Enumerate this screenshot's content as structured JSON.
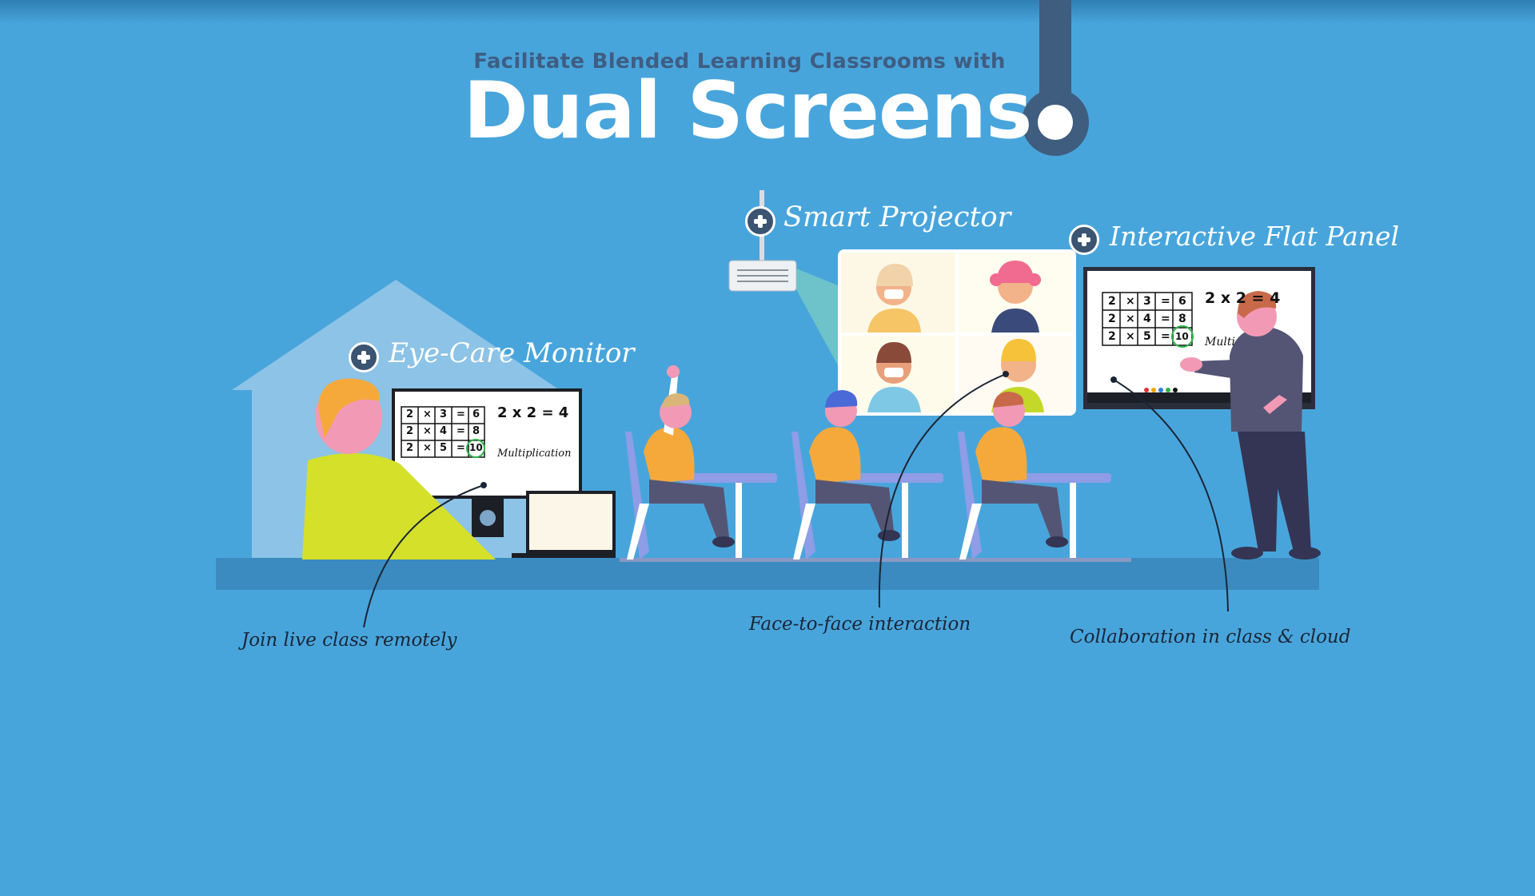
{
  "header": {
    "subtitle": "Facilitate Blended Learning Classrooms with",
    "title": "Dual Screens"
  },
  "products": {
    "eye_care_monitor": "Eye-Care Monitor",
    "smart_projector": "Smart Projector",
    "interactive_flat_panel": "Interactive Flat Panel"
  },
  "captions": {
    "remote": "Join live class remotely",
    "face_to_face": "Face-to-face interaction",
    "collaboration": "Collaboration in class & cloud"
  },
  "board": {
    "rows": [
      [
        "2",
        "×",
        "3",
        "=",
        "6"
      ],
      [
        "2",
        "×",
        "4",
        "=",
        "8"
      ],
      [
        "2",
        "×",
        "5",
        "=",
        "10"
      ]
    ],
    "equation": "2 x 2 = 4",
    "word": "Multiplication",
    "word_partial": "Multi"
  },
  "colors": {
    "background": "#48a5dc",
    "title": "#ffffff",
    "subtitle": "#3f5d82",
    "badge": "#3a5471",
    "ink": "#1b2535"
  },
  "icons": [
    "plus-badge-icon"
  ]
}
